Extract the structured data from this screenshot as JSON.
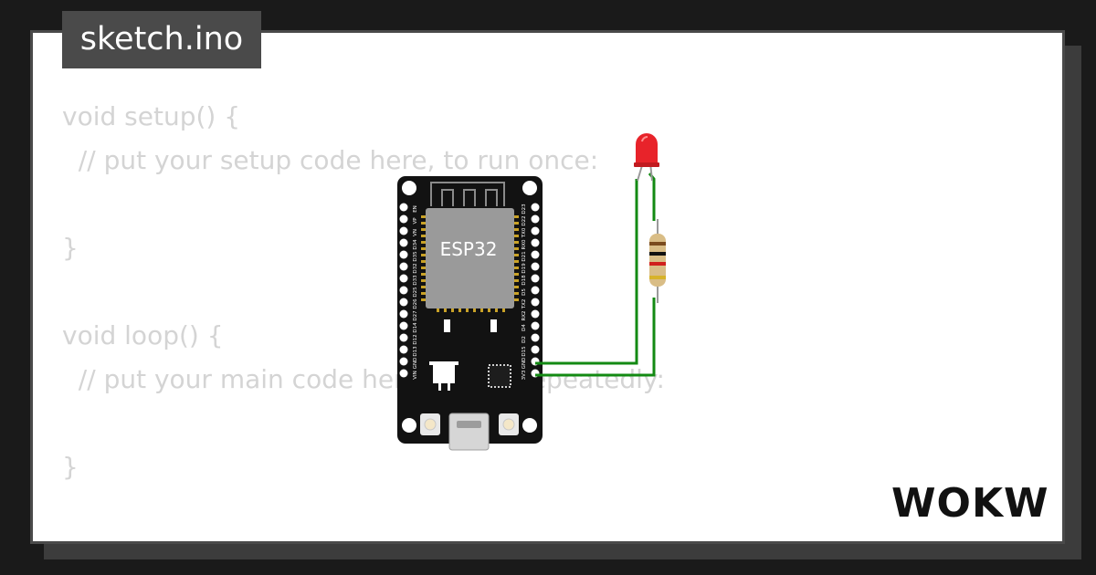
{
  "file_tab": {
    "label": "sketch.ino"
  },
  "code_lines": [
    "void setup() {",
    "  // put your setup code here, to run once:",
    "",
    "}",
    "",
    "void loop() {",
    "  // put your main code here, to run repeatedly:",
    "",
    "}"
  ],
  "board": {
    "chip_label": "ESP32",
    "left_pins": [
      "EN",
      "VP",
      "VN",
      "D34",
      "D35",
      "D32",
      "D33",
      "D25",
      "D26",
      "D27",
      "D14",
      "D12",
      "D13",
      "GND",
      "VIN"
    ],
    "right_pins": [
      "D23",
      "D22",
      "TX0",
      "RX0",
      "D21",
      "D19",
      "D18",
      "D5",
      "TX2",
      "RX2",
      "D4",
      "D2",
      "D15",
      "GND",
      "3V3"
    ]
  },
  "brand": {
    "logo_text": "WOKWi"
  },
  "colors": {
    "background": "#1a1a1a",
    "card": "#ffffff",
    "tab": "#4a4a4a",
    "code_text": "#d4d4d4",
    "wire": "#138a13",
    "led": "#e8232a",
    "board": "#121212"
  }
}
